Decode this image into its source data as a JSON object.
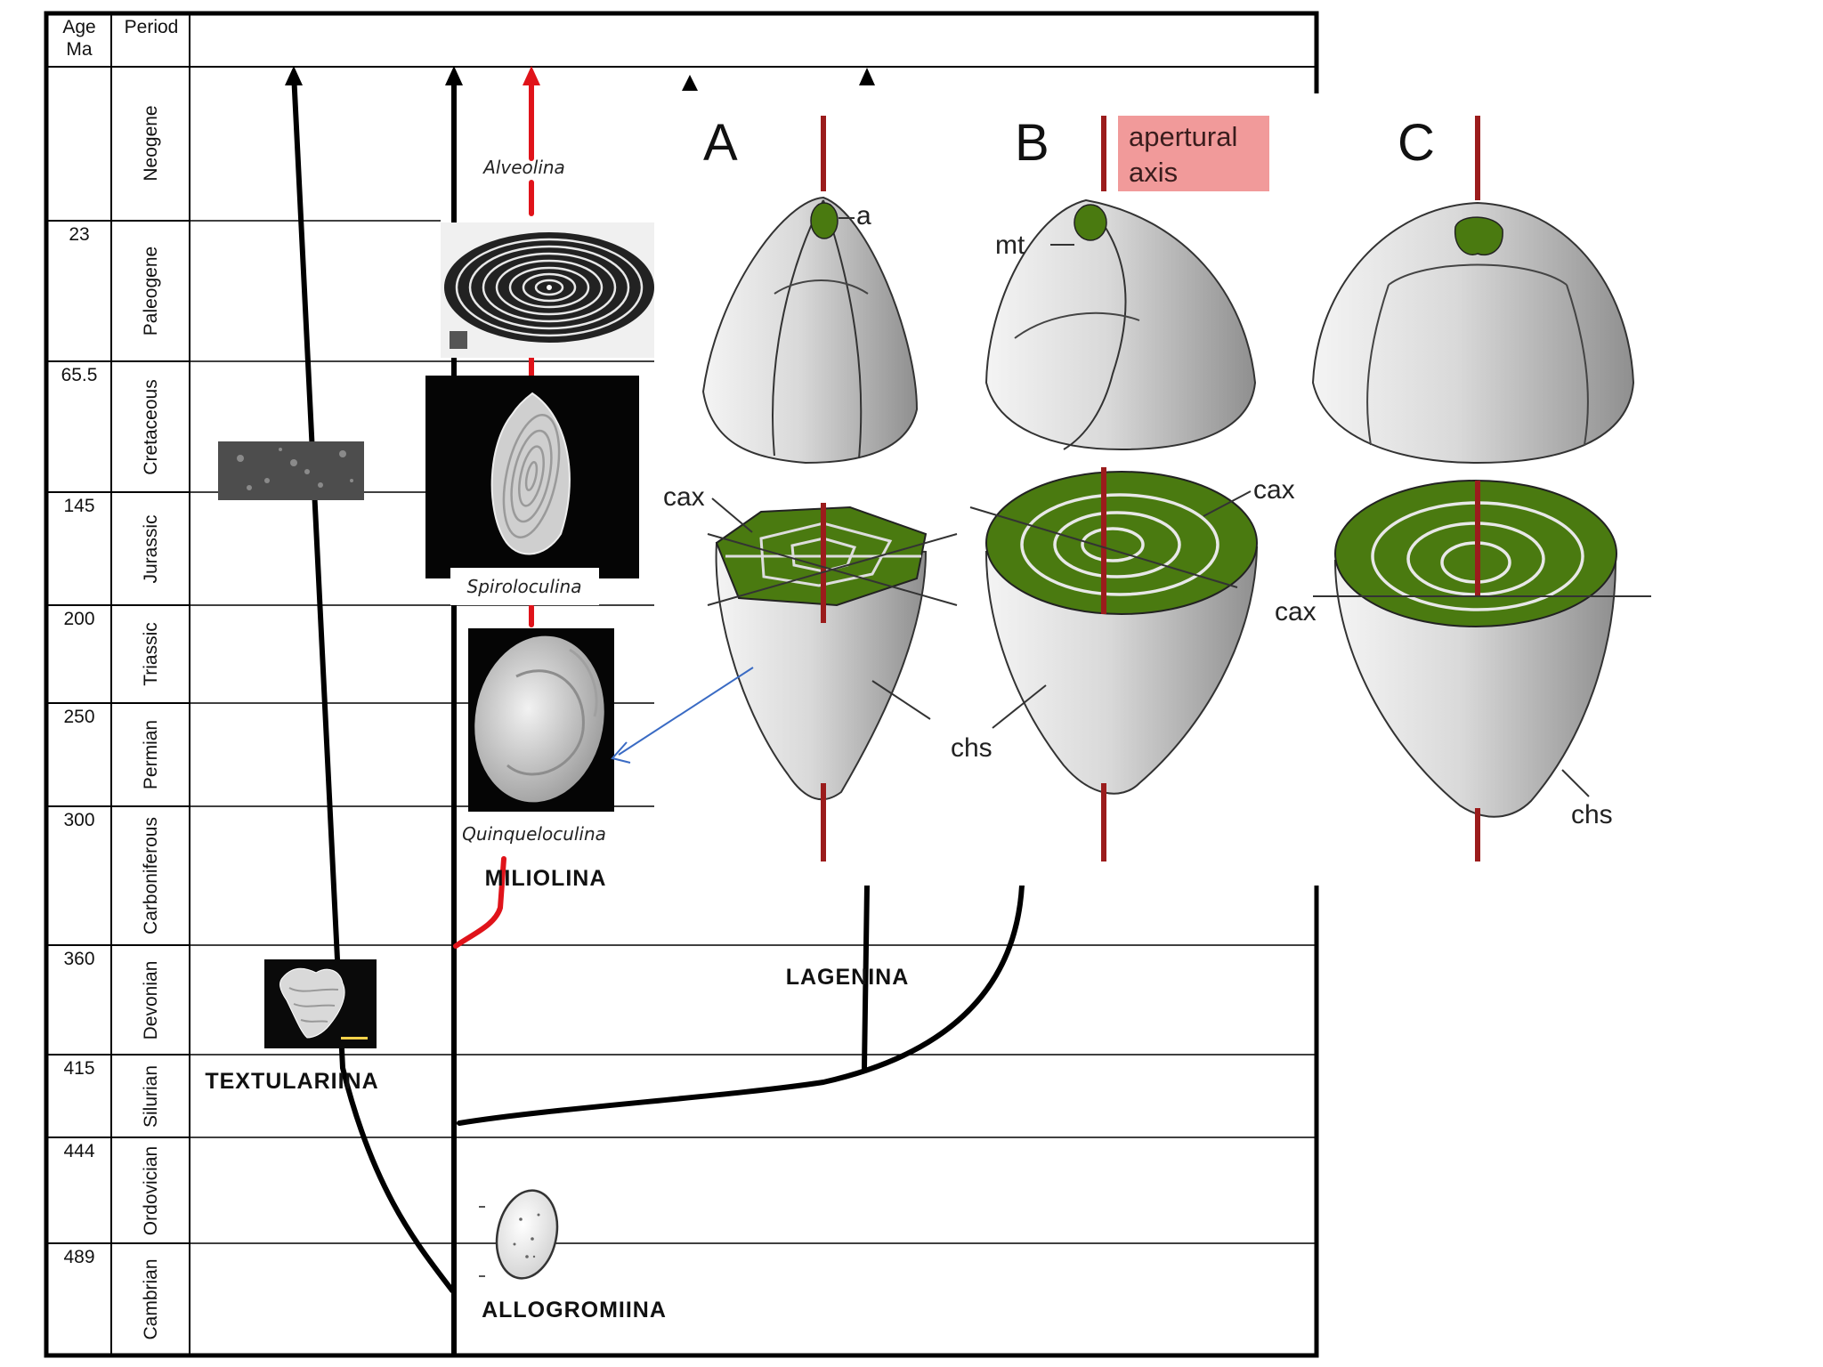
{
  "header": {
    "age_label": "Age Ma",
    "age_line1": "Age",
    "age_line2": "Ma",
    "period_label": "Period"
  },
  "periods": [
    {
      "name": "Neogene",
      "age": ""
    },
    {
      "name": "Paleogene",
      "age": "23"
    },
    {
      "name": "Cretaceous",
      "age": "65.5"
    },
    {
      "name": "Jurassic",
      "age": "145"
    },
    {
      "name": "Triassic",
      "age": "200"
    },
    {
      "name": "Permian",
      "age": "250"
    },
    {
      "name": "Carboniferous",
      "age": "300"
    },
    {
      "name": "Devonian",
      "age": "360"
    },
    {
      "name": "Silurian",
      "age": "415"
    },
    {
      "name": "Ordovician",
      "age": "444"
    },
    {
      "name": "Cambrian",
      "age": "489"
    }
  ],
  "suborders": {
    "textulariina": "TEXTULARIINA",
    "miliolina": "MILIOLINA",
    "lagenina": "LAGENINA",
    "allogromiina": "ALLOGROMIINA"
  },
  "genera": {
    "alveolina": "Alveolina",
    "spiroloculina": "Spiroloculina",
    "quinqueloculina": "Quinqueloculina"
  },
  "panels": {
    "a": "A",
    "b": "B",
    "c": "C",
    "apertural_axis_line1": "apertural",
    "apertural_axis_line2": "axis",
    "label_a": "a",
    "label_mt": "mt",
    "label_cax": "cax",
    "label_chs": "chs"
  },
  "colors": {
    "chamber_fill": "#4a7a10",
    "axis_red": "#9b1c1c",
    "lineage_red": "#e0131a",
    "apertural_box": "#f19a9a",
    "shell_grey": "#d6d6d6"
  }
}
